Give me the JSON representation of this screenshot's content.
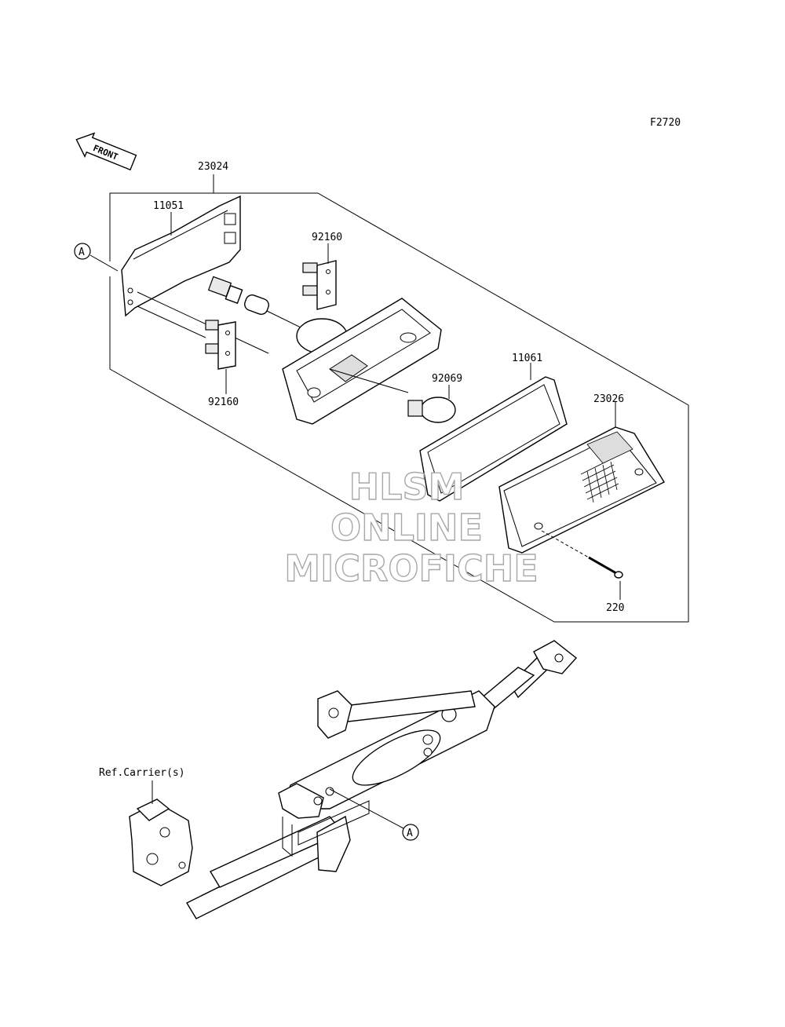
{
  "figure_code": "F2720",
  "front_arrow_label": "FRONT",
  "part_labels": {
    "assembly": "23024",
    "bracket": "11051",
    "socket_upper": "92160",
    "socket_lower": "92160",
    "bulb": "92069",
    "gasket": "11061",
    "lens": "23026",
    "screw": "220"
  },
  "callout_letter": "A",
  "ref_label": "Ref.Carrier(s)",
  "watermark": [
    "HLSM",
    "ONLINE",
    "MICROFICHE"
  ]
}
